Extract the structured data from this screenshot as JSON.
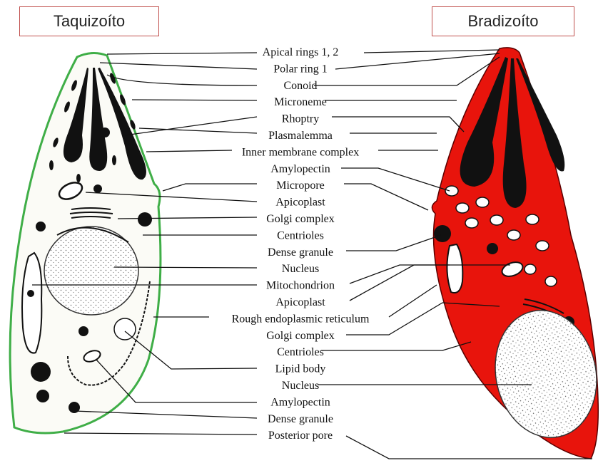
{
  "titles": {
    "left": "Taquizoíto",
    "right": "Bradizoíto"
  },
  "labels": [
    "Apical rings 1, 2",
    "Polar ring 1",
    "Conoid",
    "Microneme",
    "Rhoptry",
    "Plasmalemma",
    "Inner membrane complex",
    "Amylopectin",
    "Micropore",
    "Apicoplast",
    "Golgi complex",
    "Centrioles",
    "Dense granule",
    "Nucleus",
    "Mitochondrion",
    "Apicoplast",
    "Rough endoplasmic reticulum",
    "Golgi complex",
    "Centrioles",
    "Lipid body",
    "Nucleus",
    "Amylopectin",
    "Dense granule",
    "Posterior pore"
  ],
  "colors": {
    "tachyzoite_outline": "#4caf50",
    "bradyzoite_fill": "#e8140c",
    "title_border": "#c0504d"
  }
}
